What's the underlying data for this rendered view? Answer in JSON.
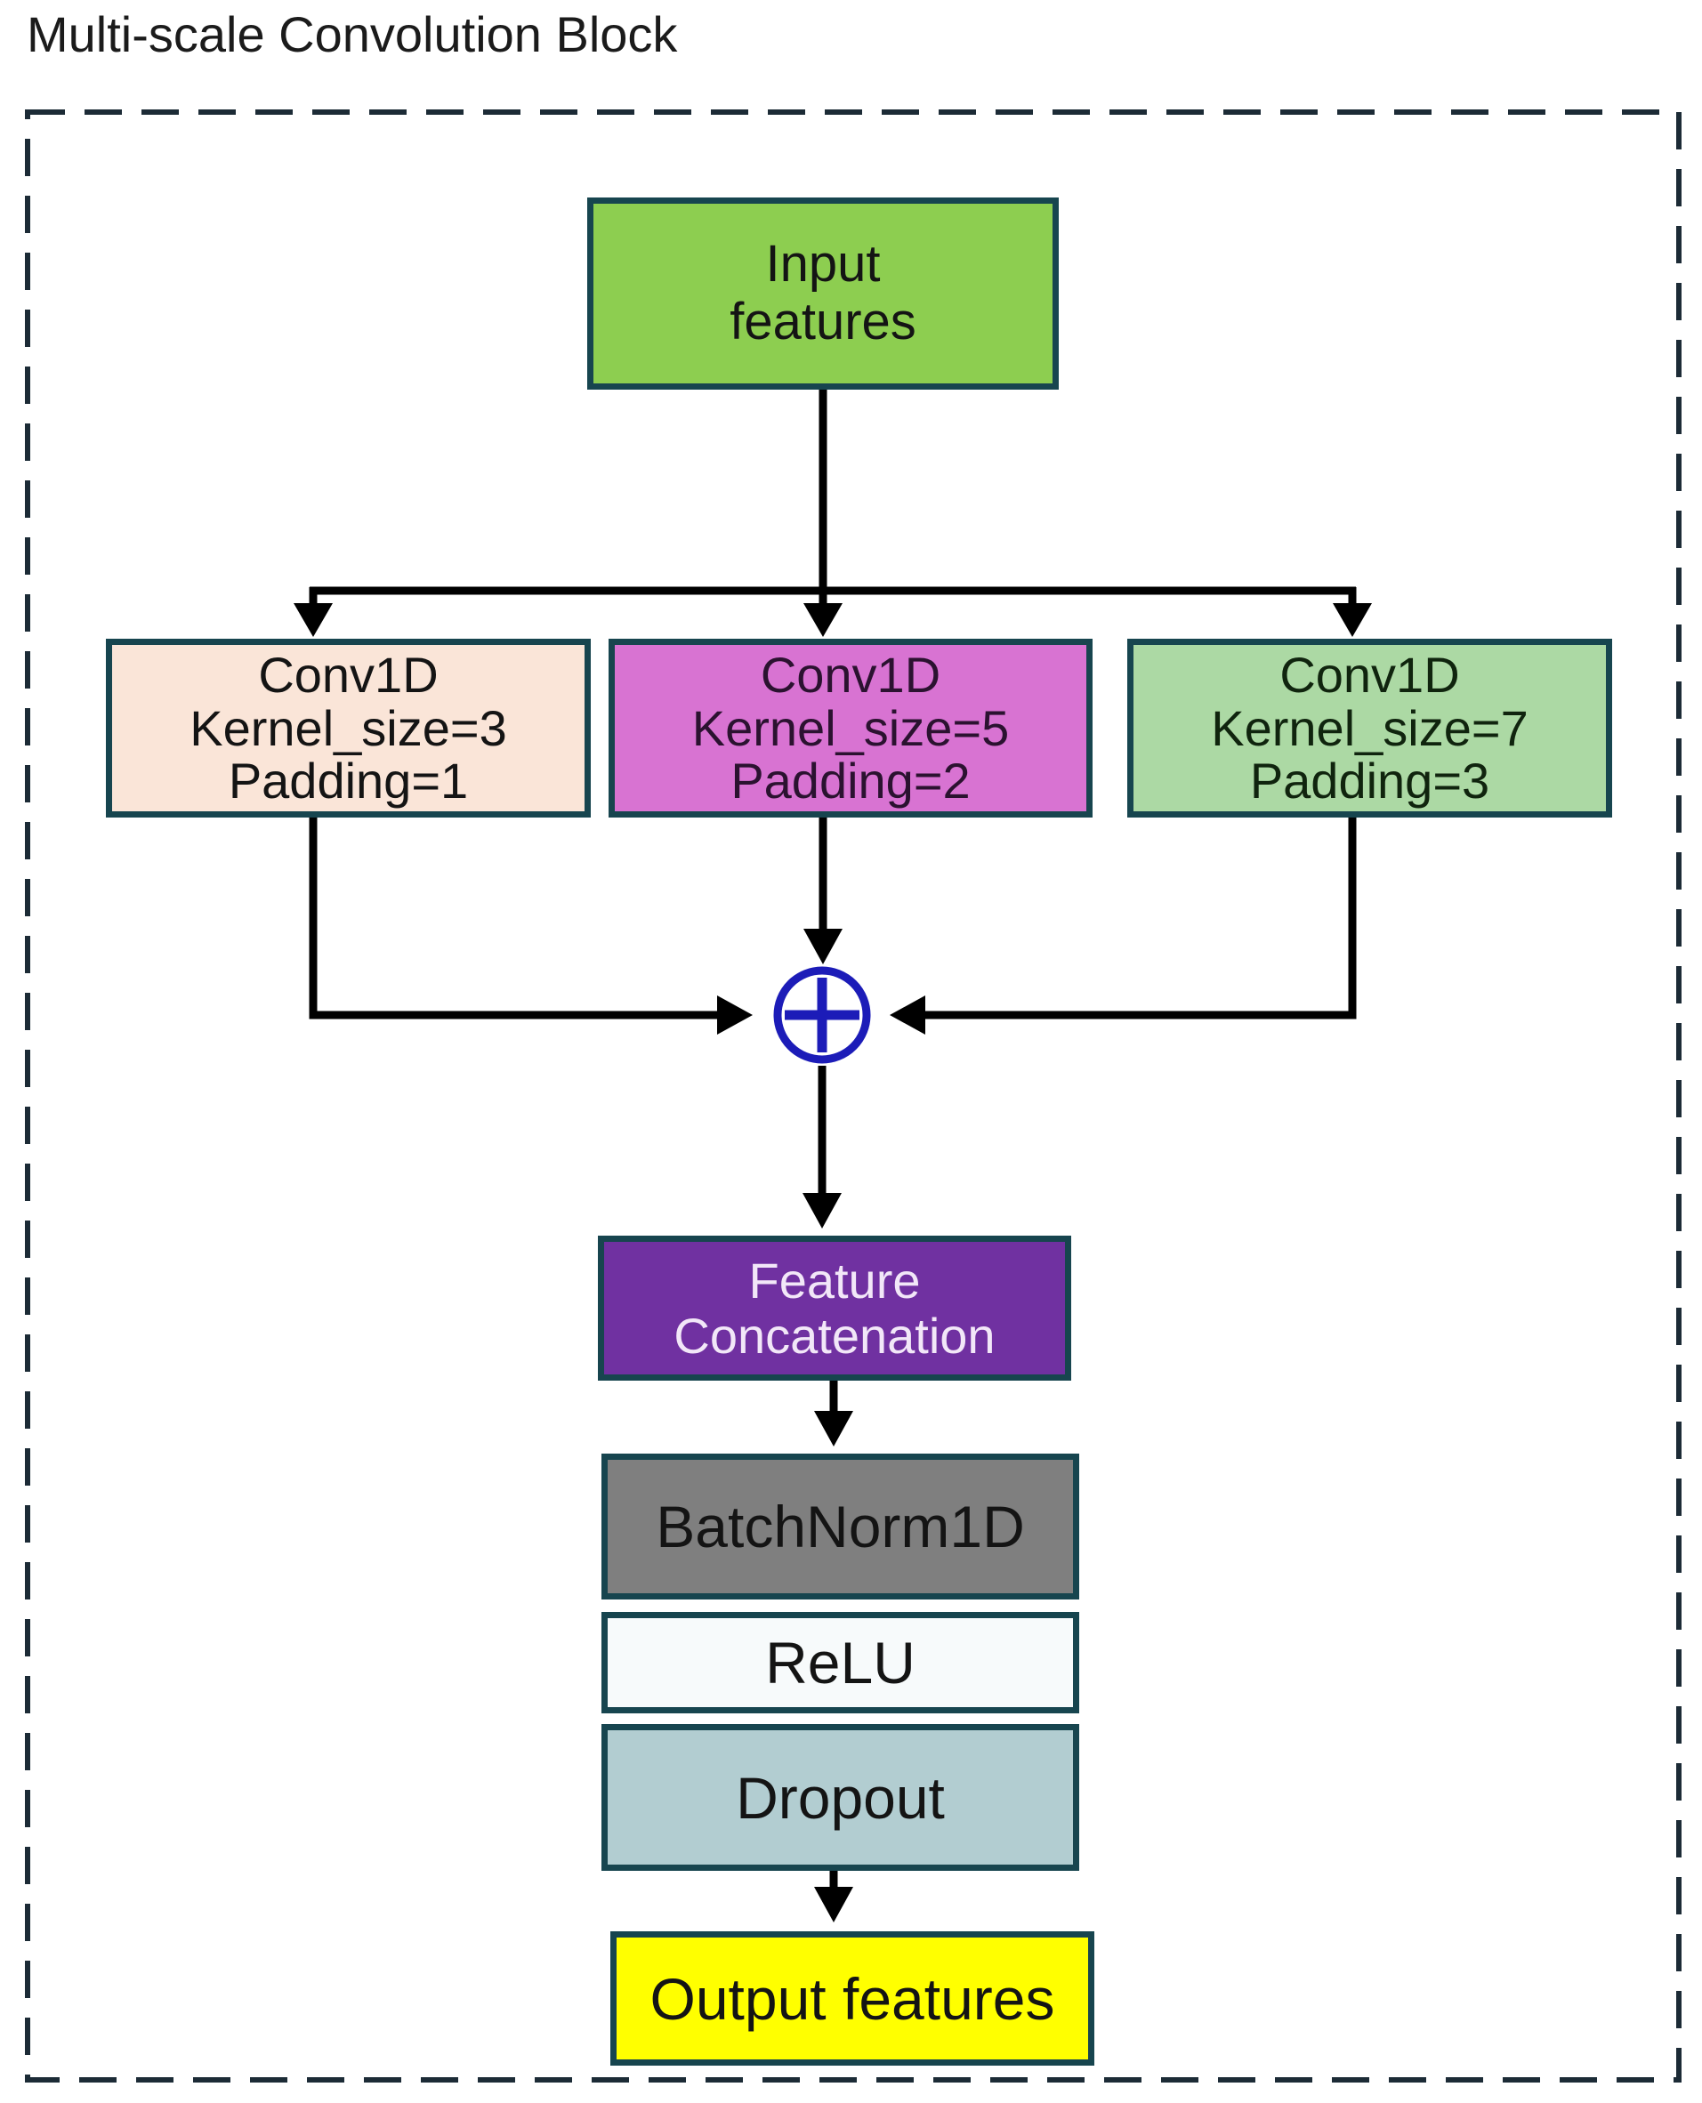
{
  "title": "Multi-scale Convolution Block",
  "colors": {
    "input_bg": "#8dce50",
    "conv3_bg": "#fae5d8",
    "conv5_bg": "#d873d2",
    "conv7_bg": "#acd9a4",
    "concat_bg": "#7031a1",
    "batchnorm_bg": "#7f7f7f",
    "relu_bg": "#f7fafb",
    "dropout_bg": "#b2cdd1",
    "output_bg": "#ffff00",
    "box_border": "#17454f",
    "boundary_dashed": "#1c2b36",
    "arrow": "#000000",
    "sum_symbol": "#1c1cb8"
  },
  "nodes": {
    "input": {
      "lines": [
        "Input",
        "features"
      ]
    },
    "conv3": {
      "lines": [
        "Conv1D",
        "Kernel_size=3",
        "Padding=1"
      ]
    },
    "conv5": {
      "lines": [
        "Conv1D",
        "Kernel_size=5",
        "Padding=2"
      ]
    },
    "conv7": {
      "lines": [
        "Conv1D",
        "Kernel_size=7",
        "Padding=3"
      ]
    },
    "sum": {
      "icon": "circle-plus"
    },
    "concat": {
      "lines": [
        "Feature",
        "Concatenation"
      ]
    },
    "batchnorm": {
      "label": "BatchNorm1D"
    },
    "relu": {
      "label": "ReLU"
    },
    "dropout": {
      "label": "Dropout"
    },
    "output": {
      "label": "Output features"
    }
  }
}
